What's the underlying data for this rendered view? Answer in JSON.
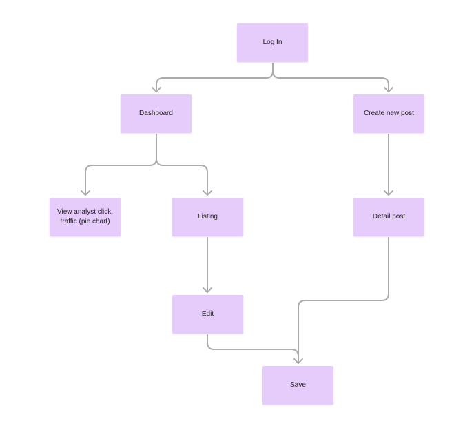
{
  "nodes": {
    "login": "Log In",
    "dashboard": "Dashboard",
    "create_post": "Create new post",
    "view_analyst": "View analyst click,\ntraffic (pie chart)",
    "listing": "Listing",
    "detail_post": "Detail post",
    "edit": "Edit",
    "save": "Save"
  },
  "colors": {
    "node_fill": "#e5ccfb",
    "connector": "#ababab",
    "text": "#1f1f1f",
    "background": "#ffffff"
  }
}
